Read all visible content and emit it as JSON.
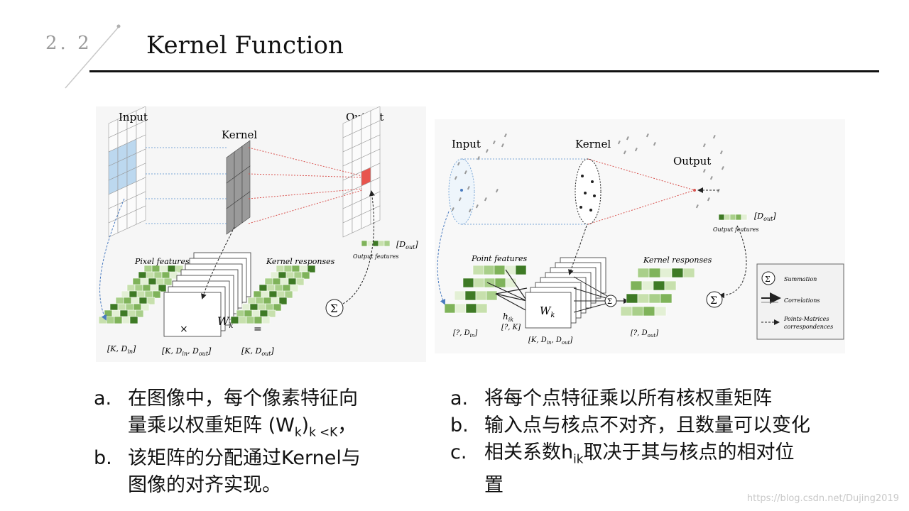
{
  "header": {
    "section_number": "2. 2",
    "title": "Kernel Function"
  },
  "figure_left": {
    "labels": {
      "input": "Input",
      "kernel": "Kernel",
      "output": "Output",
      "pixel_features": "Pixel features",
      "kernel_responses": "Kernel responses",
      "output_features": "Output features",
      "wk": "W",
      "wk_sub": "k",
      "dim_in": "[K, D",
      "dim_in_sub": "in",
      "dim_close": "]",
      "dim_w": "[K, D",
      "dim_w_sub1": "in",
      "dim_w_mid": ", D",
      "dim_w_sub2": "out",
      "dim_w_close": "]",
      "dim_out": "[K, D",
      "dim_out_sub": "out",
      "dout": "[D",
      "dout_sub": "out",
      "times": "×",
      "equals": "=",
      "sum": "Σ"
    }
  },
  "figure_right": {
    "labels": {
      "input": "Input",
      "kernel": "Kernel",
      "output": "Output",
      "point_features": "Point features",
      "kernel_responses": "Kernel responses",
      "output_features": "Output features",
      "wk": "W",
      "wk_sub": "k",
      "hik": "h",
      "hik_sub": "ik",
      "hik_dim": "[?, K]",
      "dim_in": "[?, D",
      "dim_in_sub": "in",
      "dim_w": "[K, D",
      "dim_w_sub1": "in",
      "dim_w_mid": ", D",
      "dim_w_sub2": "out",
      "dim_out": "[?, D",
      "dim_out_sub": "out",
      "dout": "[D",
      "dout_sub": "out",
      "sum": "Σ",
      "legend_summation": "Summation",
      "legend_correlations": "Correlations",
      "legend_pm_line1": "Points-Matrices",
      "legend_pm_line2": "correspondences"
    }
  },
  "left_text": {
    "a_label": "a.",
    "a_line1": "在图像中，每个像素特征向",
    "a_line2_pre": "量乘以权重矩阵 (W",
    "a_line2_sub1": "k",
    "a_line2_mid": ")",
    "a_line2_sub2": "k  <K",
    "a_line2_post": "，",
    "b_label": "b.",
    "b_line1": "该矩阵的分配通过Kernel与",
    "b_line2": "图像的对齐实现。"
  },
  "right_text": {
    "a_label": "a.",
    "a_text": "将每个点特征乘以所有核权重矩阵",
    "b_label": "b.",
    "b_text": "输入点与核点不对齐，且数量可以变化",
    "c_label": "c.",
    "c_pre": "相关系数h",
    "c_sub": "ik",
    "c_post": "取决于其与核点的相对位",
    "c_line2": "置"
  },
  "watermark": "https://blog.csdn.net/Dujing2019",
  "colors": {
    "green_dark": "#3e7a25",
    "green_mid": "#7fb35a",
    "green_light": "#c7e0ad",
    "blue_cell": "#bcd8ef",
    "red_cell": "#e8554e",
    "gray_cell": "#9a9a9a"
  }
}
